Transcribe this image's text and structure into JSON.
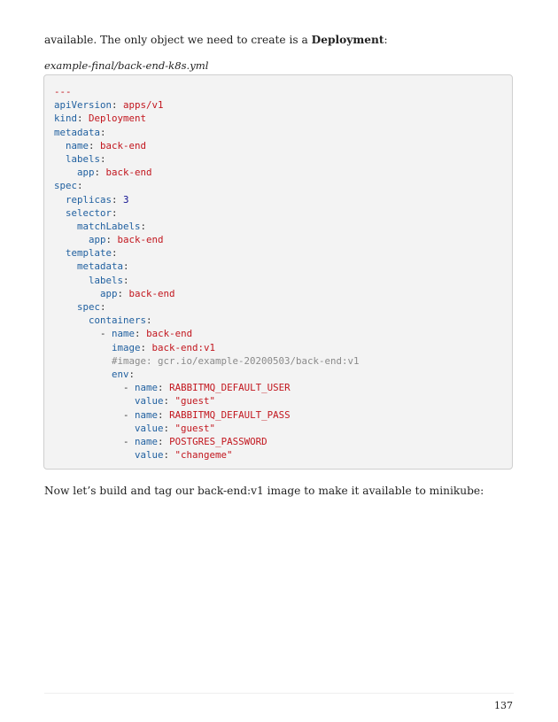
{
  "intro": {
    "text_before": "available. The only object we need to create is a ",
    "bold": "Deployment",
    "text_after": ":"
  },
  "caption": "example-final/back-end-k8s.yml",
  "code": {
    "l1": "---",
    "l2_k": "apiVersion",
    "l2_v": "apps/v1",
    "l3_k": "kind",
    "l3_v": "Deployment",
    "l4_k": "metadata",
    "l5_k": "name",
    "l5_v": "back-end",
    "l6_k": "labels",
    "l7_k": "app",
    "l7_v": "back-end",
    "l8_k": "spec",
    "l9_k": "replicas",
    "l9_v": "3",
    "l10_k": "selector",
    "l11_k": "matchLabels",
    "l12_k": "app",
    "l12_v": "back-end",
    "l13_k": "template",
    "l14_k": "metadata",
    "l15_k": "labels",
    "l16_k": "app",
    "l16_v": "back-end",
    "l17_k": "spec",
    "l18_k": "containers",
    "l19_k": "name",
    "l19_v": "back-end",
    "l20_k": "image",
    "l20_v": "back-end:v1",
    "l21_c": "#image: gcr.io/example-20200503/back-end:v1",
    "l22_k": "env",
    "l23_k": "name",
    "l23_v": "RABBITMQ_DEFAULT_USER",
    "l24_k": "value",
    "l24_v": "\"guest\"",
    "l25_k": "name",
    "l25_v": "RABBITMQ_DEFAULT_PASS",
    "l26_k": "value",
    "l26_v": "\"guest\"",
    "l27_k": "name",
    "l27_v": "POSTGRES_PASSWORD",
    "l28_k": "value",
    "l28_v": "\"changeme\""
  },
  "outro": "Now let’s build and tag our back-end:v1 image to make it available to minikube:",
  "page_number": "137"
}
